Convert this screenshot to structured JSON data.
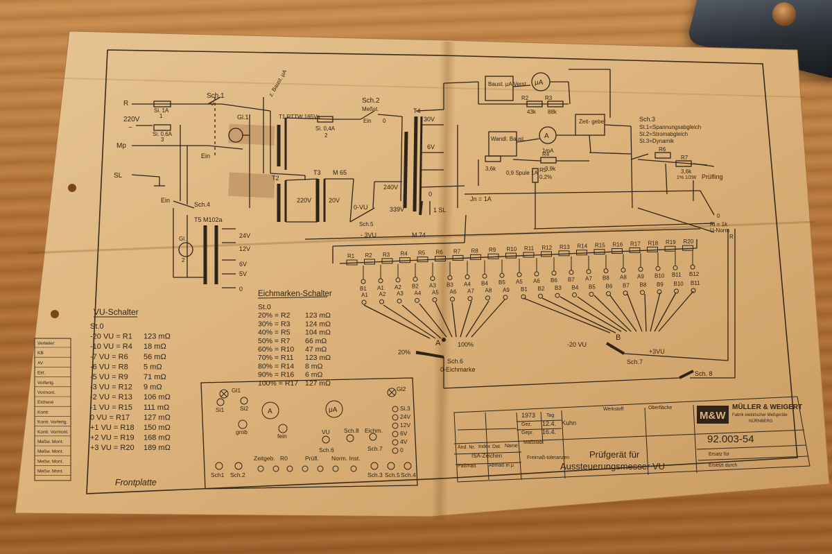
{
  "sheet": {
    "title_line1": "Prüfgerät für",
    "title_line2": "Aussteuerungsmesser VU",
    "drawing_number": "92.003-54",
    "company_name": "MÜLLER & WEIGERT",
    "company_sub1": "Fabrik elektrischer Meßgeräte",
    "company_sub2": "NÜRNBERG",
    "logo": "M&W",
    "year": "1973",
    "drawn_date": "12.4.",
    "drawn_by": "Kuhn",
    "checked_date": "16.4.",
    "label_tag": "Tag",
    "label_name": "Name",
    "label_gez": "Gez.",
    "label_gepr": "Gepr.",
    "label_werkstoff": "Werkstoff",
    "label_oberflaeche": "Oberfläche",
    "label_massstab": "Maßstab",
    "label_isa": "ISA-Zeichen",
    "label_passmass": "Paßmaß",
    "label_abmass": "Abmaß in μ",
    "label_freimass": "Freimaß-toleranzen",
    "label_ersatz_fuer": "Ersatz für",
    "label_ersetzt_durch": "Ersetzt durch",
    "label_aend": "Änd. Nr.",
    "label_index": "Index",
    "label_dat": "Dat.",
    "label_name2": "Name"
  },
  "left_strip": [
    "Verteiler:",
    "KB",
    "AV",
    "Ekf.",
    "Vorfertg.",
    "Vormont.",
    "Eicherei",
    "Kontr.",
    "Kontr. Vorfertg.",
    "Kontr. Vormont.",
    "Meßw. Mont.",
    "Meßw. Mont.",
    "Meßw. Mont.",
    "Meßw. Mont."
  ],
  "vu_schalter": {
    "title": "VU-Schalter",
    "rows": [
      [
        "St.0",
        ""
      ],
      [
        "-20 VU = R1",
        "123 mΩ"
      ],
      [
        "-10 VU = R4",
        "18 mΩ"
      ],
      [
        "-7 VU = R6",
        "56 mΩ"
      ],
      [
        "-6 VU = R8",
        "5 mΩ"
      ],
      [
        "-5 VU = R9",
        "71 mΩ"
      ],
      [
        "-3 VU = R12",
        "9 mΩ"
      ],
      [
        "-2 VU = R13",
        "106 mΩ"
      ],
      [
        "-1 VU = R15",
        "111 mΩ"
      ],
      [
        "0 VU = R17",
        "127 mΩ"
      ],
      [
        "+1 VU = R18",
        "150 mΩ"
      ],
      [
        "+2 VU = R19",
        "168 mΩ"
      ],
      [
        "+3 VU = R20",
        "189 mΩ"
      ]
    ]
  },
  "eichmarken": {
    "title": "Eichmarken-Schalter",
    "rows": [
      [
        "St.0",
        ""
      ],
      [
        "20% = R2",
        "123 mΩ"
      ],
      [
        "30% = R3",
        "124 mΩ"
      ],
      [
        "40% = R5",
        "104 mΩ"
      ],
      [
        "50% = R7",
        "66 mΩ"
      ],
      [
        "60% = R10",
        "47 mΩ"
      ],
      [
        "70% = R11",
        "123 mΩ"
      ],
      [
        "80% = R14",
        "8 mΩ"
      ],
      [
        "90% = R16",
        "6 mΩ"
      ],
      [
        "100% = R17",
        "127 mΩ"
      ]
    ]
  },
  "frontplatte": {
    "title": "Frontplatte",
    "gl1": "Gl1",
    "gl2": "Gl2",
    "si1": "Si1",
    "si2": "Si2",
    "meter_a": "A",
    "meter_ua": "μA",
    "grob": "grob",
    "fein": "fein",
    "vu": "VU",
    "sch8": "Sch.8",
    "eichm": "Eichm.",
    "sch6": "Sch.6",
    "sch7": "Sch.7",
    "right_labels": [
      "Si.3",
      "24V",
      "12V",
      "6V",
      "4V",
      "0"
    ],
    "zeitgeb": "Zeitgeb.",
    "r0": "R0",
    "pruefl": "Prüfl.",
    "norm": "Norm. Inst.",
    "bottom": [
      "Sch1",
      "Sch.2",
      "Sch.3",
      "Sch.5",
      "Sch.4"
    ]
  },
  "schematic": {
    "r": "R",
    "mp": "Mp",
    "sl": "SL",
    "v220": "220V",
    "tilde": "~",
    "si1a": "Si. 1A",
    "si06": "Si. 0,6A",
    "sch1": "Sch.1",
    "n0": "0",
    "n1": "1",
    "n2": "2",
    "n3": "3",
    "ein": "Ein",
    "gl1": "Gl.1",
    "gl2": "Gl.",
    "t1": "T1 RTTW 165Va",
    "t2": "T2",
    "t3": "T3",
    "m65": "M 65",
    "zbaust": "z. Baust. μA",
    "si04": "Si. 0,4A",
    "sch2": "Sch.2",
    "meltst": "Meßst.",
    "t4": "T4",
    "v30": "30V",
    "v6": "6V",
    "v240": "240V",
    "v339": "339V",
    "v20": "20V",
    "vu0": "0-VU",
    "vu3": "- 3VU",
    "sch5": "Sch.5",
    "m74": "M 74",
    "sl1": "1 SL",
    "jn": "Jn = 1A",
    "sch4": "Sch.4",
    "t5": "T5 M102a",
    "taps": [
      "24V",
      "12V",
      "6V",
      "5V",
      "0"
    ],
    "baust_ua": "Baust. μA Verst.",
    "ua_meter": "μA",
    "r2": "R2",
    "r2v": "43k",
    "r3": "R3",
    "r3v": "88k",
    "wandl": "Wandl. Baust.",
    "a_meter": "A",
    "ma": "1mA",
    "r4": "R4",
    "r4v": "3,9k",
    "r1v": "3,6k",
    "spule": "0,9 Spule 1A",
    "r5": "R5",
    "r5v": "0,2%",
    "zeitgeber": "Zeit- geber",
    "sch3": "Sch.3",
    "st1": "St.1=Spannungsabgleich",
    "st2": "St.2=Stromabgleich",
    "st3": "St.3=Dynamik",
    "r6": "R6",
    "r7": "R7",
    "r7v": "3,6k",
    "r7w": "1% 1/2W",
    "pruefling": "Prüfling",
    "ri": "Ri = 1k",
    "unorm": "U-Norm",
    "chain": [
      "R1",
      "R2",
      "R3",
      "R4",
      "R5",
      "R6",
      "R7",
      "R8",
      "R9",
      "R10",
      "R11",
      "R12",
      "R13",
      "R14",
      "R15",
      "R16",
      "R17",
      "R18",
      "R19",
      "R20"
    ],
    "taps_top": [
      "B1",
      "A1",
      "A2",
      "B2",
      "A3",
      "B3",
      "A4",
      "B4",
      "B5",
      "A5",
      "A6",
      "B6",
      "B7",
      "A7",
      "B8",
      "A8",
      "A9",
      "B10",
      "B11",
      "B12"
    ],
    "row_a": [
      "A1",
      "A2",
      "A3",
      "A4",
      "A5",
      "A6",
      "A7",
      "A8",
      "A9"
    ],
    "row_b": [
      "B1",
      "B2",
      "B3",
      "B4",
      "B5",
      "B6",
      "B7",
      "B8",
      "B9",
      "B10",
      "B11"
    ],
    "pct100": "100%",
    "pct20": "20%",
    "sch6": "Sch.6",
    "eichmarke": "0-Eichmarke",
    "db20": "-20 VU",
    "db3": "+3VU",
    "sch7": "Sch.7",
    "sch8": "Sch. 8",
    "a": "A",
    "b": "B"
  }
}
